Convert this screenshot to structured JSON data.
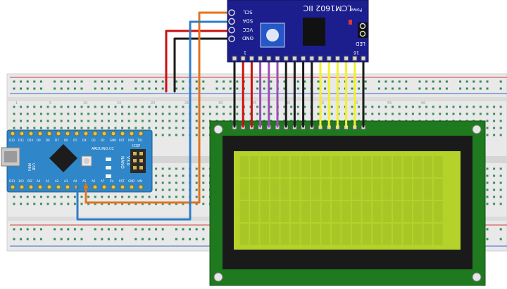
{
  "i2c_module": {
    "title": "LCM1602 IIC",
    "pins": [
      "SCL",
      "SDA",
      "VCC",
      "GND"
    ],
    "power_label": "Power",
    "led_label": "LED",
    "pin_marker_16": "16",
    "pin_marker_1": "1"
  },
  "arduino": {
    "board_label_1": "ARDUINO.CC",
    "board_label_2": "NANO",
    "board_label_3": "V3.0",
    "icsp_label": "ICSP",
    "top_pins": [
      "D12",
      "D11",
      "D10",
      "D9",
      "D8",
      "D7",
      "D6",
      "D5",
      "D4",
      "D3",
      "D2",
      "GND",
      "RST",
      "RX0",
      "TX1"
    ],
    "bottom_pins": [
      "D13",
      "3V3",
      "REF",
      "A0",
      "A1",
      "A2",
      "A3",
      "A4",
      "A5",
      "A6",
      "A7",
      "5V",
      "RST",
      "GND",
      "VIN"
    ],
    "side_labels": [
      "MINI",
      "USB"
    ]
  },
  "breadboard": {
    "column_numbers": [
      "1",
      "5",
      "10",
      "15",
      "20",
      "25",
      "30",
      "35",
      "40",
      "45",
      "50",
      "55",
      "60"
    ]
  },
  "colors": {
    "module_blue": "#1b1e8c",
    "lcd_green_board": "#1f7a1f",
    "lcd_screen": "#b4d22a",
    "arduino_blue": "#2f86c8",
    "wire_red": "#cc1010",
    "wire_black": "#1a1a1a",
    "wire_orange": "#e2731f",
    "wire_blue": "#2f7ec9",
    "wire_purple": "#9b4fb0",
    "wire_yellow": "#f4f02a"
  }
}
